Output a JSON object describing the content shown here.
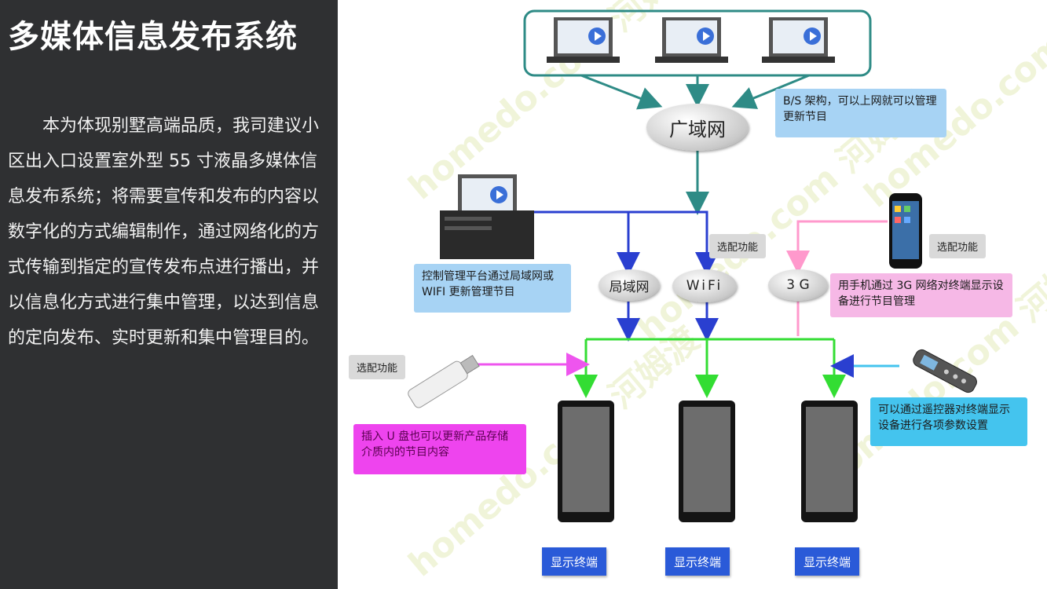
{
  "title": "多媒体信息发布系统",
  "body": "本为体现别墅高端品质，我司建议小区出入口设置室外型 55 寸液晶多媒体信息发布系统；将需要宣传和发布的内容以数字化的方式编辑制作，通过网络化的方式传输到指定的宣传发布点进行播出，并以信息化方式进行集中管理，以达到信息的定向发布、实时更新和集中管理目的。",
  "diagram": {
    "wan_label": "广域网",
    "bs_note": "B/S 架构，可以上网就可以管理更新节目",
    "lan_label": "局域网",
    "wifi_label": "WiFi",
    "g3_label": "3 G",
    "optional_1": "选配功能",
    "optional_2": "选配功能",
    "optional_3": "选配功能",
    "control_note": "控制管理平台通过局域网或 WIFI 更新管理节目",
    "mobile_note": "用手机通过 3G 网络对终端显示设备进行节目管理",
    "usb_note": "插入 U 盘也可以更新产品存储介质内的节目内容",
    "remote_note": "可以通过遥控器对终端显示设备进行各项参数设置",
    "terminal_1": "显示终端",
    "terminal_2": "显示终端",
    "terminal_3": "显示终端"
  },
  "watermark": "homedo.com 河姆渡",
  "colors": {
    "left_bg": "#2f3032",
    "teal": "#2e8b86",
    "blue": "#2a3fd0",
    "green": "#33dd33",
    "pink": "#ff99cc",
    "magenta": "#ee55ee",
    "light_blue_note": "#a7d3f4",
    "pink_note": "#f6b8e6",
    "magenta_note": "#ee44ee",
    "cyan_note": "#44c4ee",
    "terminal_label": "#2a5ad8"
  }
}
